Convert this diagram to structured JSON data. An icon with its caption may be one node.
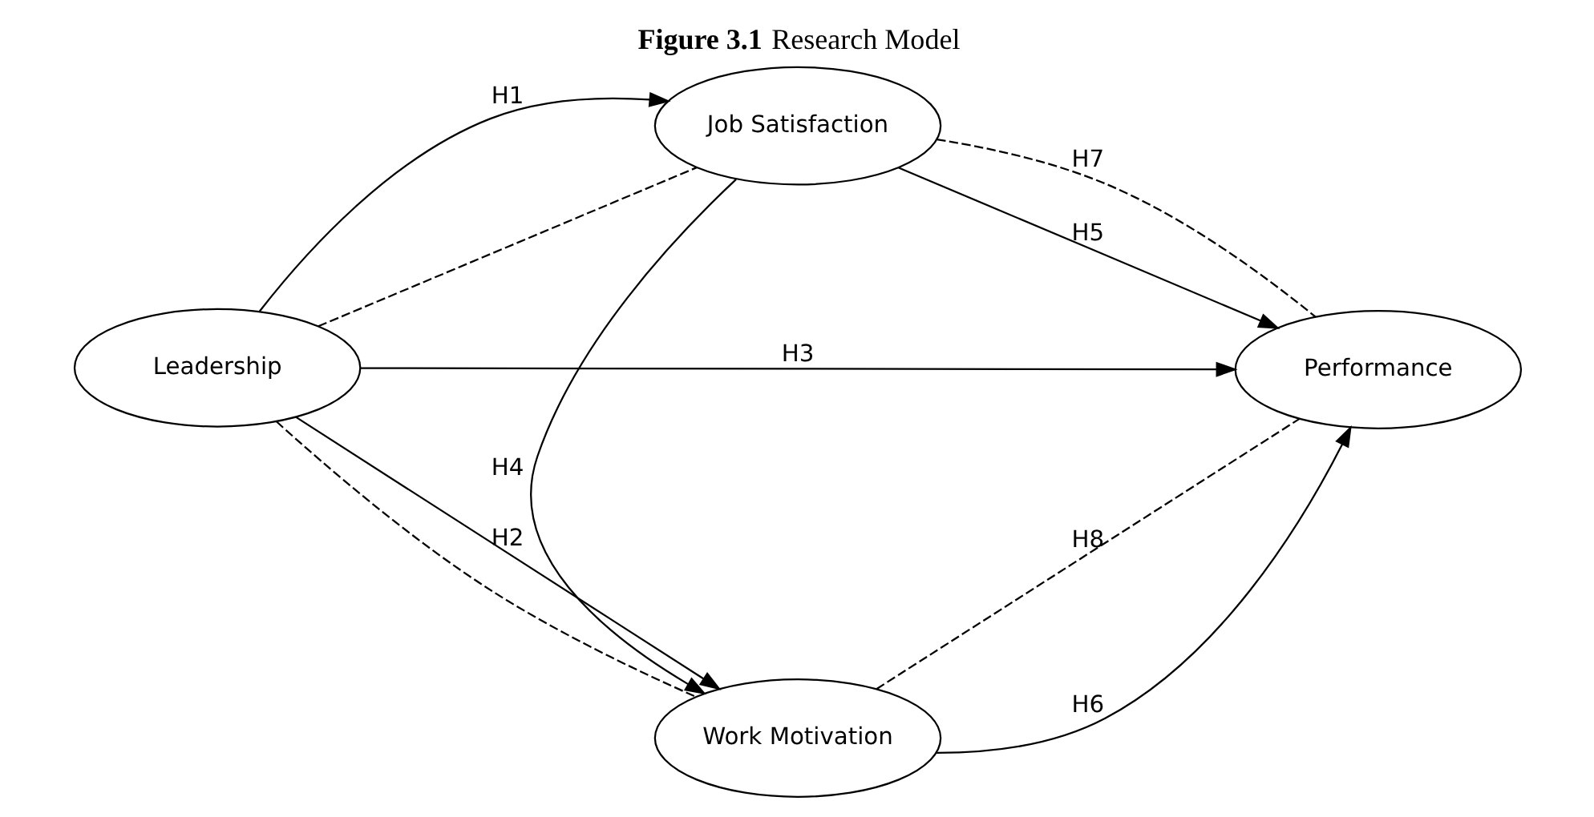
{
  "diagram": {
    "title": "**Figure 3.1** Research Model",
    "nodes": [
      {
        "text": [
          "Job Satisfaction"
        ]
      },
      {
        "text": [
          "Leadership"
        ]
      },
      {
        "text": [
          "Performance"
        ]
      },
      {
        "text": [
          "Work Motivation"
        ]
      }
    ],
    "edges": [
      {
        "from": 1,
        "to": 0,
        "arrow": "to",
        "label": "H1"
      },
      {
        "from": 1,
        "to": 3,
        "arrow": "to",
        "label": "H2"
      },
      {
        "from": 1,
        "to": 2,
        "arrow": "to",
        "label": "H3"
      },
      {
        "from": 0,
        "to": 3,
        "arrow": "to",
        "label": "H4"
      },
      {
        "from": 0,
        "to": 2,
        "arrow": "to",
        "label": "H5"
      },
      {
        "from": 3,
        "to": 2,
        "arrow": "to",
        "label": "H6"
      },
      {
        "from": 1,
        "to": 0,
        "arrow": "none",
        "style": "dashed"
      },
      {
        "from": 0,
        "to": 2,
        "arrow": "none",
        "style": "dashed",
        "label": "H7"
      },
      {
        "from": 1,
        "to": 3,
        "arrow": "none",
        "style": "dashed"
      },
      {
        "from": 3,
        "to": 2,
        "arrow": "none",
        "style": "dashed",
        "label": "H8"
      }
    ]
  }
}
